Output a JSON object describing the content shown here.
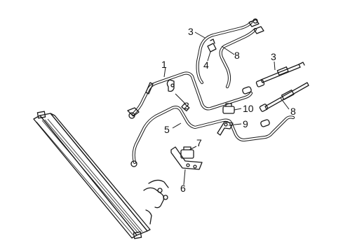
{
  "callouts": [
    {
      "id": "c1",
      "label": "1"
    },
    {
      "id": "c2",
      "label": "2"
    },
    {
      "id": "c3a",
      "label": "3"
    },
    {
      "id": "c3b",
      "label": "3"
    },
    {
      "id": "c4",
      "label": "4"
    },
    {
      "id": "c5",
      "label": "5"
    },
    {
      "id": "c6",
      "label": "6"
    },
    {
      "id": "c7",
      "label": "7"
    },
    {
      "id": "c8a",
      "label": "8"
    },
    {
      "id": "c8b",
      "label": "8"
    },
    {
      "id": "c9",
      "label": "9"
    },
    {
      "id": "c10",
      "label": "10"
    }
  ]
}
